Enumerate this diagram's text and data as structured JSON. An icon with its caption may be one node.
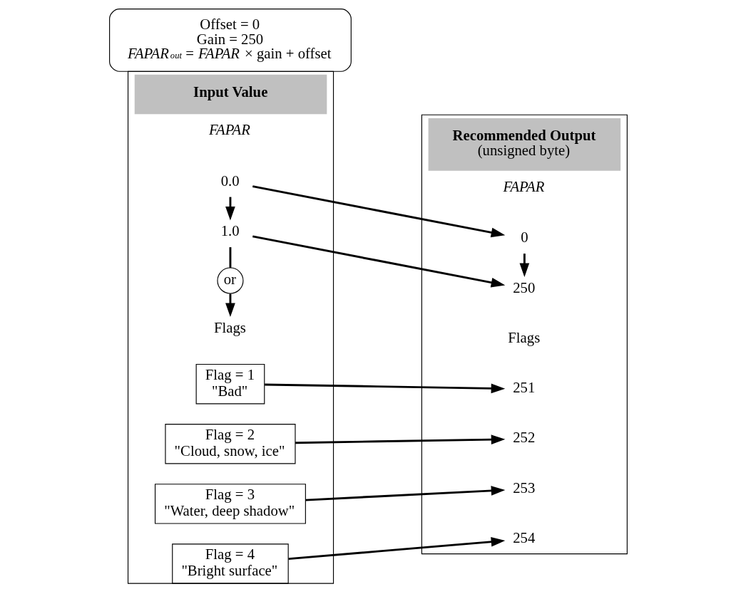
{
  "diagram": {
    "nodes": [
      {
        "text": [
          "Input Value"
        ]
      },
      {
        "text": [
          "0.0"
        ],
        "in": 0
      },
      {
        "text": [
          "1.0"
        ],
        "in": 0
      },
      {
        "text": [
          "or"
        ],
        "in": 0
      },
      {
        "text": [
          "Flags"
        ],
        "in": 0
      },
      {
        "text": [
          "Flag = 1",
          "\"Bad\""
        ],
        "in": 0
      },
      {
        "text": [
          "Flag = 2",
          "\"Cloud, snow, ice\""
        ],
        "in": 0
      },
      {
        "text": [
          "Flag = 3",
          "\"Water, deep shadow\""
        ],
        "in": 0
      },
      {
        "text": [
          "Flag = 4",
          "\"Bright surface\""
        ],
        "in": 0
      },
      {
        "text": [
          "Offset = 0",
          "Gain = 250",
          "*FAPAR$_{out}$* = *FAPAR* × gain + offset"
        ]
      },
      {
        "text": [
          "Recommended Output",
          "(unsigned byte)"
        ]
      },
      {
        "text": [
          "0"
        ],
        "in": 10
      },
      {
        "text": [
          "250"
        ],
        "in": 10
      },
      {
        "text": [
          "251"
        ],
        "in": 10
      },
      {
        "text": [
          "252"
        ],
        "in": 10
      },
      {
        "text": [
          "253"
        ],
        "in": 10
      },
      {
        "text": [
          "254"
        ],
        "in": 10
      }
    ],
    "edges": [
      {
        "from": 1,
        "to": 11,
        "arrow": "to"
      },
      {
        "from": 1,
        "to": 2,
        "arrow": "to"
      },
      {
        "from": 11,
        "to": 12,
        "arrow": "to"
      },
      {
        "from": 2,
        "to": 12,
        "arrow": "to"
      },
      {
        "from": 2,
        "to": 3,
        "arrow": "none"
      },
      {
        "from": 3,
        "to": 4,
        "arrow": "to"
      },
      {
        "from": 5,
        "to": 13,
        "arrow": "to"
      },
      {
        "from": 6,
        "to": 14,
        "arrow": "to"
      },
      {
        "from": 7,
        "to": 15,
        "arrow": "to"
      },
      {
        "from": 8,
        "to": 16,
        "arrow": "to"
      }
    ],
    "labels": [
      "FAPAR",
      "FAPAR",
      "Flags"
    ]
  }
}
